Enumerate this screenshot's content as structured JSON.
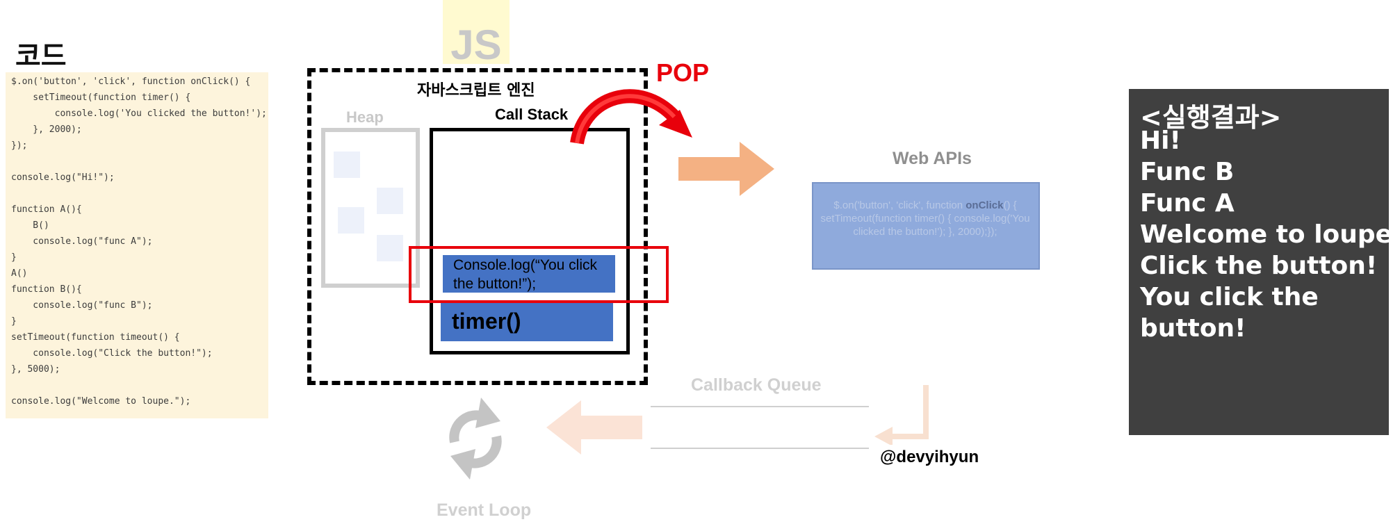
{
  "code": {
    "title": "코드",
    "lines": [
      "$.on('button', 'click', function onClick() {",
      "    setTimeout(function timer() {",
      "        console.log('You clicked the button!');",
      "    }, 2000);",
      "});",
      "",
      "console.log(\"Hi!\");",
      "",
      "function A(){",
      "    B()",
      "    console.log(\"func A\");",
      "}",
      "A()",
      "function B(){",
      "    console.log(\"func B\");",
      "}",
      "setTimeout(function timeout() {",
      "    console.log(\"Click the button!\");",
      "}, 5000);",
      "",
      "console.log(\"Welcome to loupe.\");"
    ]
  },
  "engine": {
    "badge": "JS",
    "label": "자바스크립트 엔진",
    "heap_label": "Heap",
    "callstack_label": "Call Stack",
    "frames": [
      "Console.log(“You click the button!”);",
      "timer()"
    ],
    "pop_label": "POP"
  },
  "web_apis": {
    "label": "Web APIs",
    "content_prefix": "$.on('button', 'click', function ",
    "content_bold": "onClick",
    "content_rest": "() {     setTimeout(function timer() {          console.log('You clicked the button!');          }, 2000);});"
  },
  "callback_queue": {
    "label": "Callback Queue"
  },
  "event_loop": {
    "label": "Event Loop"
  },
  "author": "@devyihyun",
  "result": {
    "title": "<실행결과>",
    "lines": [
      "Hi!",
      "Func B",
      "Func A",
      "Welcome to loupe.",
      "Click the button!",
      "You click the",
      "button!"
    ]
  },
  "colors": {
    "code_bg": "#fdf4dc",
    "frame_blue": "#4472c4",
    "highlight_red": "#e8000b",
    "webapi_box": "#8faadc",
    "result_bg": "#404040",
    "arrow_orange": "#f4b183"
  }
}
